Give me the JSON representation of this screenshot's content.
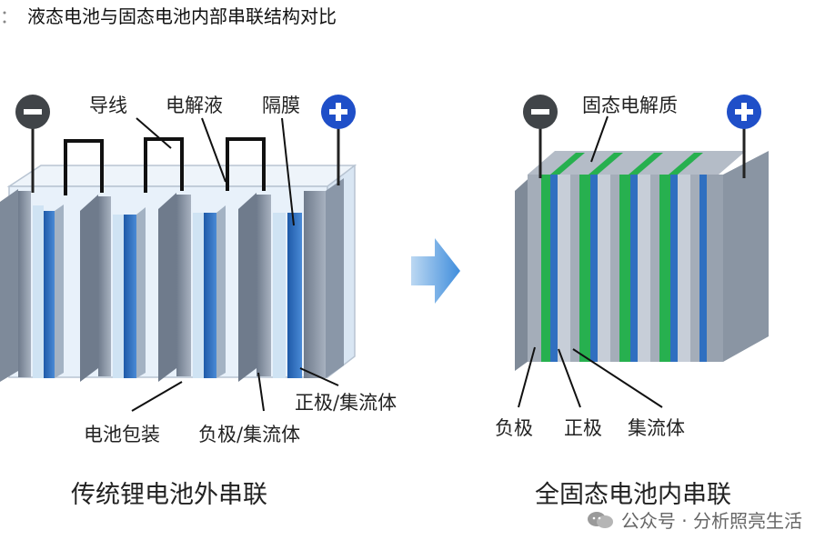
{
  "figure": {
    "title": "液态电池与固态电池内部串联结构对比",
    "title_prefix": "：",
    "left_panel": {
      "labels": {
        "wire": "导线",
        "electrolyte": "电解液",
        "separator": "隔膜",
        "cathode_collector": "正极/集流体",
        "package": "电池包装",
        "anode_collector": "负极/集流体"
      },
      "caption": "传统锂电池外串联",
      "negative_symbol": "−",
      "positive_symbol": "+"
    },
    "right_panel": {
      "labels": {
        "solid_electrolyte": "固态电解质",
        "anode": "负极",
        "cathode": "正极",
        "collector": "集流体"
      },
      "caption": "全固态电池内串联",
      "negative_symbol": "−",
      "positive_symbol": "+"
    },
    "watermark": "公众号 · 分析照亮生活"
  },
  "colors": {
    "terminal_negative": "#404448",
    "terminal_positive": "#1f4fc8",
    "electrode_gray": "#8a96a6",
    "electrode_blue": "#2f6fc0",
    "electrolyte_light": "#cfe3f3",
    "green_layer": "#27b04f",
    "arrow": "#5aa0e0"
  }
}
